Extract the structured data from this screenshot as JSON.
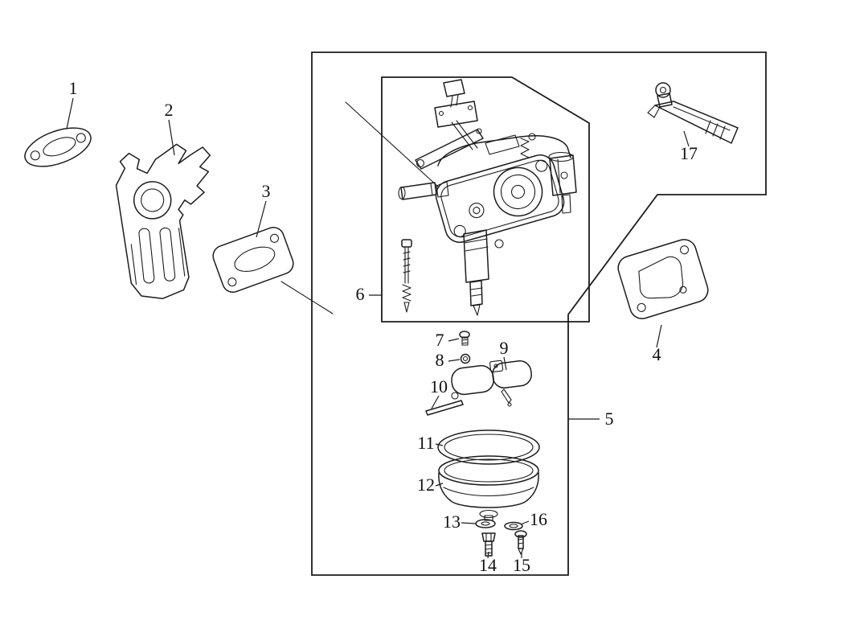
{
  "page": {
    "description": "Exploded parts diagram of a carburetor assembly",
    "background_color": "#ffffff",
    "line_color": "#1c1c1c",
    "label_color": "#111111"
  },
  "part_labels": [
    "1",
    "2",
    "3",
    "4",
    "5",
    "6",
    "7",
    "8",
    "9",
    "10",
    "11",
    "12",
    "13",
    "14",
    "15",
    "16",
    "17"
  ]
}
